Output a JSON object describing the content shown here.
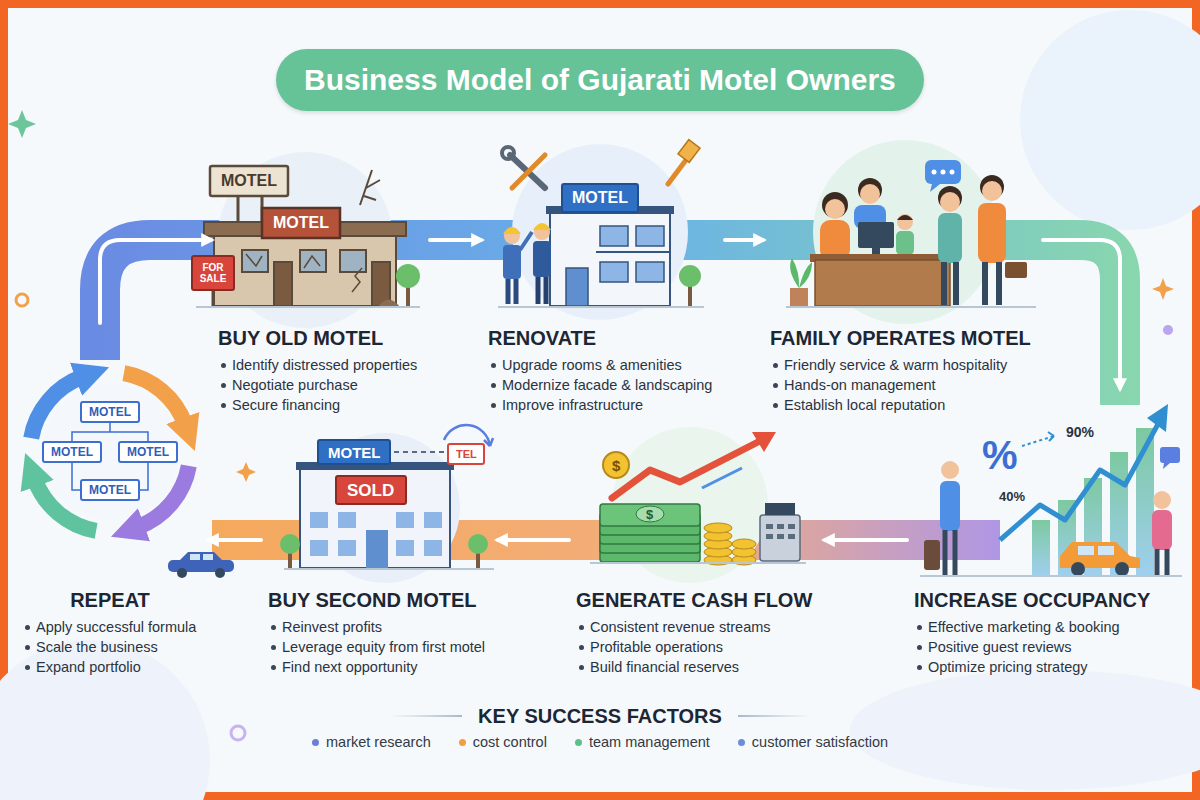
{
  "diagram": {
    "title": "Business Model of Gujarati Motel Owners",
    "nodes": [
      {
        "text": [
          "BUY OLD MOTEL",
          "Identify distressed properties",
          "Negotiate purchase",
          "Secure financing"
        ]
      },
      {
        "text": [
          "RENOVATE",
          "Upgrade rooms & amenities",
          "Modernize facade & landscaping",
          "Improve infrastructure"
        ]
      },
      {
        "text": [
          "FAMILY OPERATES MOTEL",
          "Friendly service & warm hospitality",
          "Hands-on management",
          "Establish local reputation"
        ]
      },
      {
        "text": [
          "INCREASE OCCUPANCY",
          "Effective marketing & booking",
          "Positive guest reviews",
          "Optimize pricing strategy"
        ]
      },
      {
        "text": [
          "GENERATE CASH FLOW",
          "Consistent revenue streams",
          "Profitable operations",
          "Build financial reserves"
        ]
      },
      {
        "text": [
          "BUY SECOND MOTEL",
          "Reinvest profits",
          "Leverage equity from first motel",
          "Find next opportunity"
        ]
      },
      {
        "text": [
          "REPEAT",
          "Apply successful formula",
          "Scale the business",
          "Expand portfolio"
        ]
      }
    ],
    "edges": [
      {
        "from": 0,
        "to": 1,
        "arrow": "to"
      },
      {
        "from": 1,
        "to": 2,
        "arrow": "to"
      },
      {
        "from": 2,
        "to": 3,
        "arrow": "to"
      },
      {
        "from": 3,
        "to": 4,
        "arrow": "to"
      },
      {
        "from": 4,
        "to": 5,
        "arrow": "to"
      },
      {
        "from": 5,
        "to": 6,
        "arrow": "to"
      },
      {
        "from": 6,
        "to": 0,
        "arrow": "to"
      }
    ],
    "labels": [
      "MOTEL",
      "MOTEL",
      "FOR SALE",
      "MOTEL",
      "%",
      "90%",
      "40%",
      "$",
      "$",
      "MOTEL",
      "SOLD",
      "TEL",
      "MOTEL",
      "MOTEL",
      "MOTEL",
      "MOTEL",
      "KEY SUCCESS FACTORS",
      "market research",
      "cost control",
      "team management",
      "customer satisfaction"
    ]
  }
}
